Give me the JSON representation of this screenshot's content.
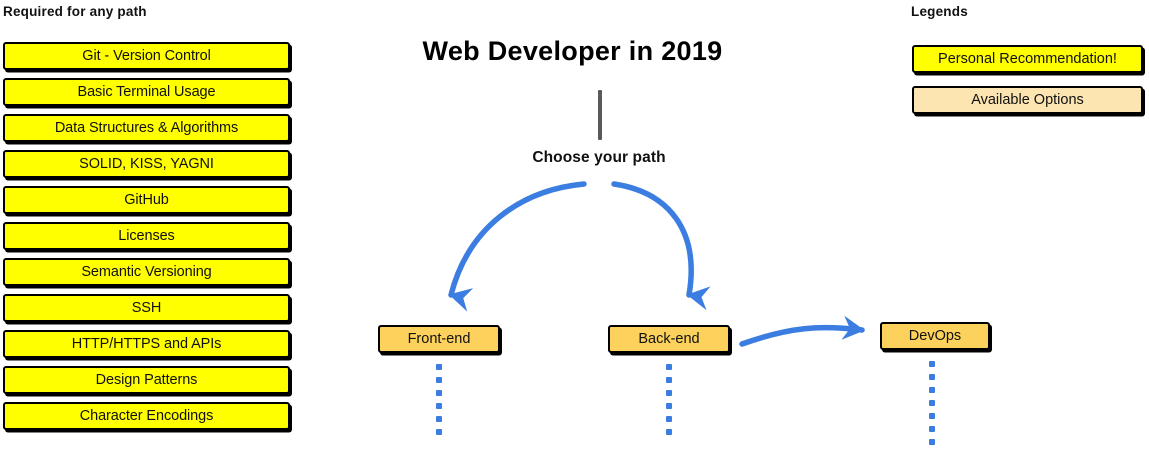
{
  "page": {
    "title": "Web Developer in 2019",
    "background_color": "#ffffff"
  },
  "colors": {
    "recommendation_yellow": "#ffff00",
    "available_tan": "#fce5b0",
    "path_gold": "#fcd25c",
    "arrow_blue": "#3b7de0",
    "stem_gray": "#595959",
    "outline_black": "#000000"
  },
  "required_section": {
    "heading": "Required for any path",
    "items": [
      {
        "label": "Git - Version Control"
      },
      {
        "label": "Basic Terminal Usage"
      },
      {
        "label": "Data Structures & Algorithms"
      },
      {
        "label": "SOLID, KISS, YAGNI"
      },
      {
        "label": "GitHub"
      },
      {
        "label": "Licenses"
      },
      {
        "label": "Semantic Versioning"
      },
      {
        "label": "SSH"
      },
      {
        "label": "HTTP/HTTPS and APIs"
      },
      {
        "label": "Design Patterns"
      },
      {
        "label": "Character Encodings"
      }
    ]
  },
  "center": {
    "title": "Web Developer in 2019",
    "choose_path_label": "Choose your path",
    "stem": {
      "name": "vertical-connector",
      "color": "#595959"
    }
  },
  "paths": {
    "items": [
      {
        "id": "frontend",
        "label": "Front-end",
        "color": "#fcd25c",
        "has_dotted_continuation": true,
        "dots": 6
      },
      {
        "id": "backend",
        "label": "Back-end",
        "color": "#fcd25c",
        "has_dotted_continuation": true,
        "dots": 6
      },
      {
        "id": "devops",
        "label": "DevOps",
        "color": "#fcd25c",
        "has_dotted_continuation": true,
        "dots": 7
      }
    ],
    "connectors": [
      {
        "from": "choose-your-path",
        "to": "frontend",
        "style": "curved-arrow",
        "color": "#3b7de0"
      },
      {
        "from": "choose-your-path",
        "to": "backend",
        "style": "curved-arrow",
        "color": "#3b7de0"
      },
      {
        "from": "backend",
        "to": "devops",
        "style": "curved-arrow",
        "color": "#3b7de0"
      }
    ]
  },
  "legends": {
    "heading": "Legends",
    "items": [
      {
        "label": "Personal Recommendation!",
        "color": "#ffff00"
      },
      {
        "label": "Available Options",
        "color": "#fce5b0"
      }
    ]
  }
}
